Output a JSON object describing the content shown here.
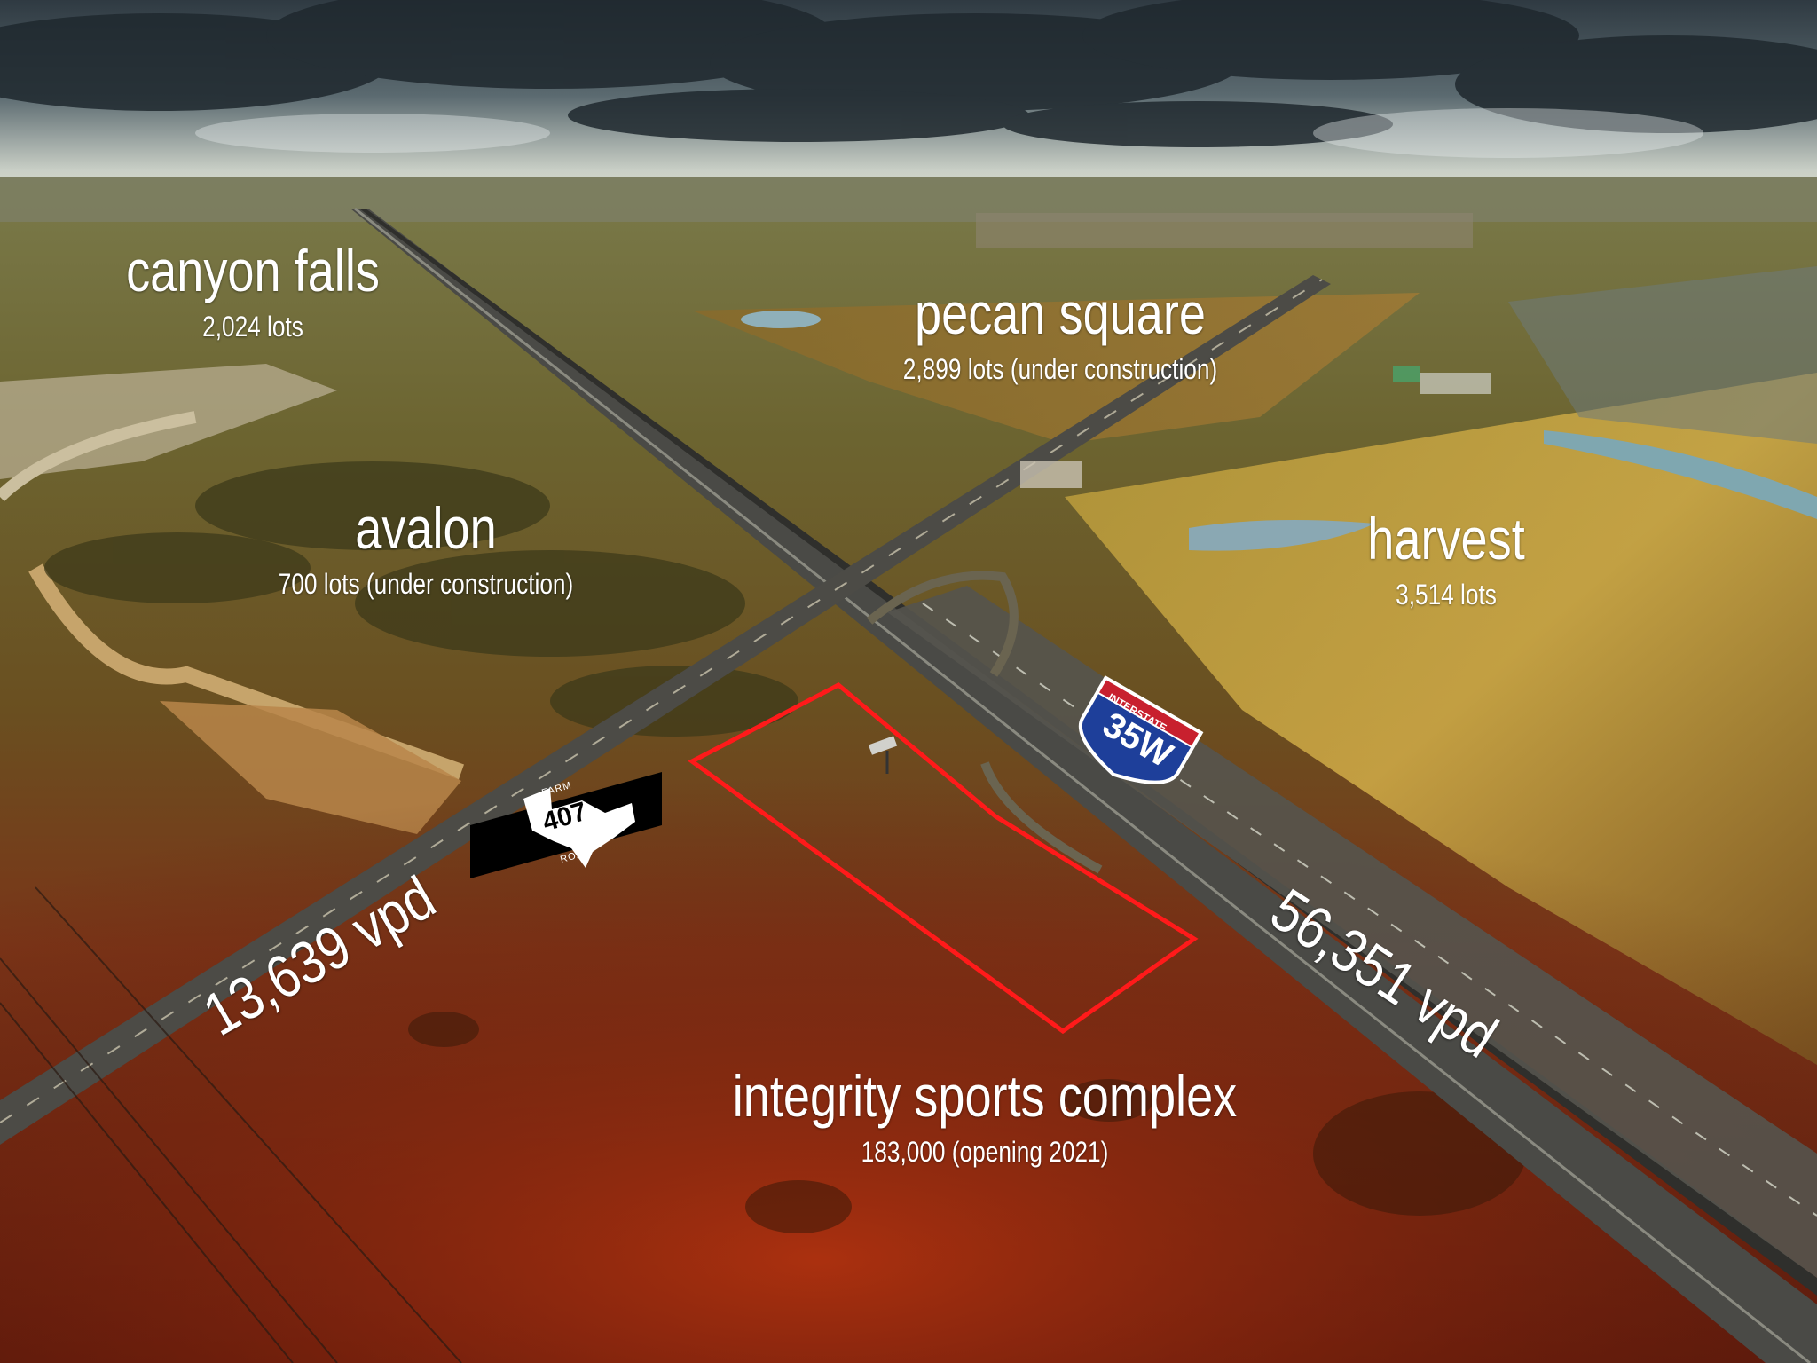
{
  "places": [
    {
      "name": "canyon falls",
      "detail": "2,024 lots"
    },
    {
      "name": "pecan square",
      "detail": "2,899 lots (under construction)"
    },
    {
      "name": "avalon",
      "detail": "700 lots (under construction)"
    },
    {
      "name": "harvest",
      "detail": "3,514 lots"
    },
    {
      "name": "integrity sports complex",
      "detail": "183,000 (opening 2021)"
    }
  ],
  "traffic": {
    "fm407": "13,639 vpd",
    "i35w": "56,351 vpd"
  },
  "shields": {
    "farm_road": {
      "top": "FARM",
      "number": "407",
      "bottom": "ROAD"
    },
    "interstate": {
      "top": "INTERSTATE",
      "number": "35W"
    }
  },
  "colors": {
    "site_outline": "#ff1a1a",
    "interstate_blue": "#1e3f9a",
    "interstate_red": "#c8202e"
  }
}
